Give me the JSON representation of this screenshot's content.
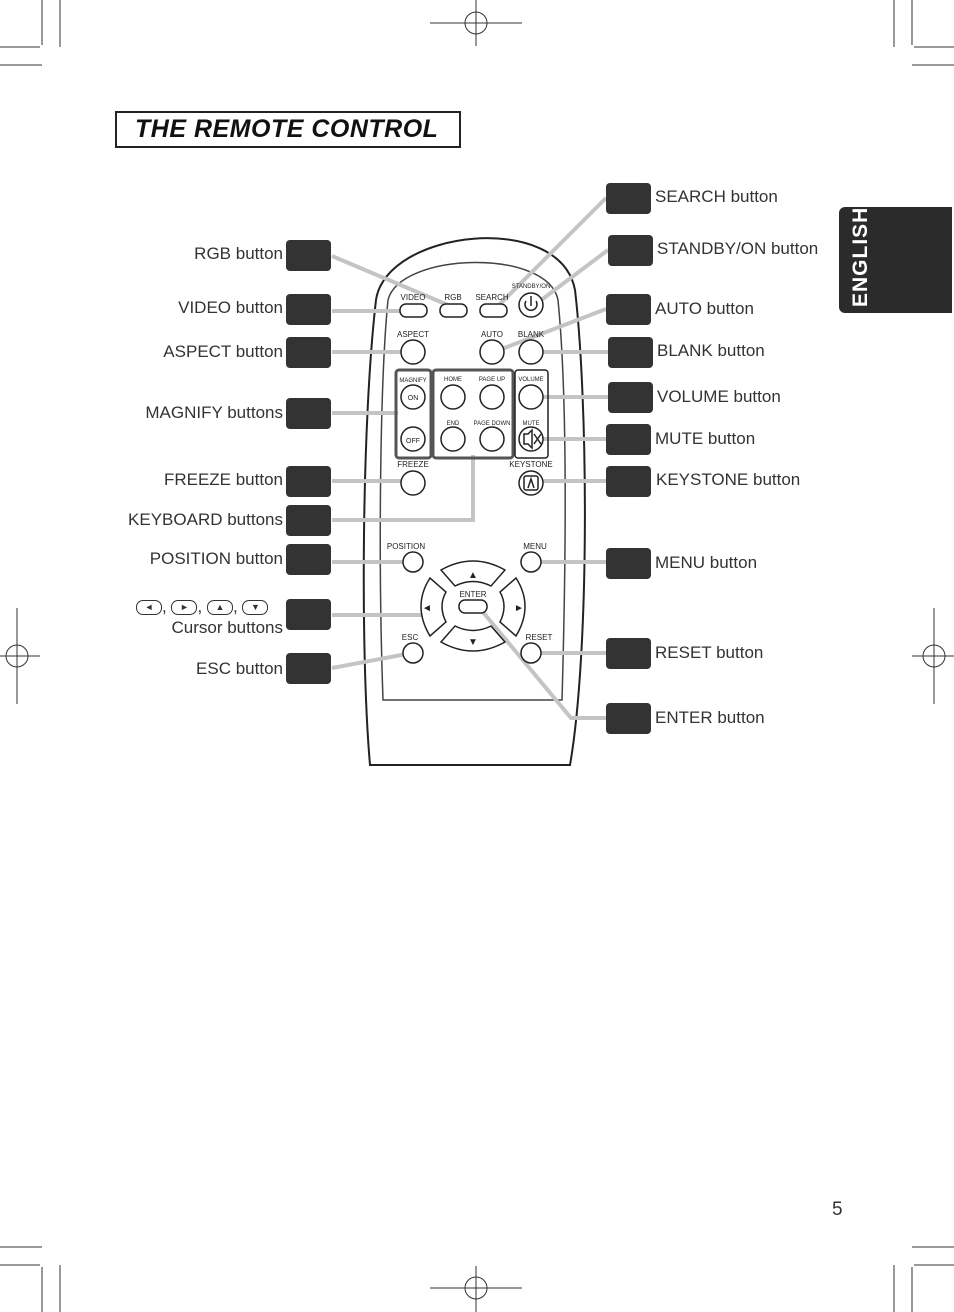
{
  "page": {
    "title": "THE REMOTE CONTROL",
    "language_tab": "ENGLISH",
    "page_number": "5"
  },
  "left_labels": [
    {
      "text": "RGB button"
    },
    {
      "text": "VIDEO button"
    },
    {
      "text": "ASPECT button"
    },
    {
      "text": "MAGNIFY buttons"
    },
    {
      "text": "FREEZE button"
    },
    {
      "text": "KEYBOARD buttons"
    },
    {
      "text": "POSITION button"
    },
    {
      "text": "Cursor buttons"
    },
    {
      "text": "ESC button"
    }
  ],
  "right_labels": [
    {
      "text": "SEARCH button"
    },
    {
      "text": "STANDBY/ON button"
    },
    {
      "text": "AUTO button"
    },
    {
      "text": "BLANK button"
    },
    {
      "text": "VOLUME button"
    },
    {
      "text": "MUTE button"
    },
    {
      "text": "KEYSTONE button"
    },
    {
      "text": "MENU button"
    },
    {
      "text": "RESET button"
    },
    {
      "text": "ENTER button"
    }
  ],
  "cursor_glyphs": [
    "◄",
    "►",
    "▲",
    "▼"
  ],
  "cursor_separator": ",",
  "remote": {
    "video": "VIDEO",
    "rgb": "RGB",
    "search": "SEARCH",
    "standby": "STANDBY/ON",
    "aspect": "ASPECT",
    "auto": "AUTO",
    "blank": "BLANK",
    "magnify": "MAGNIFY",
    "on": "ON",
    "off": "OFF",
    "home": "HOME",
    "page_up": "PAGE UP",
    "end": "END",
    "page_down": "PAGE DOWN",
    "volume": "VOLUME",
    "mute": "MUTE",
    "freeze": "FREEZE",
    "keystone": "KEYSTONE",
    "position": "POSITION",
    "menu": "MENU",
    "enter": "ENTER",
    "esc": "ESC",
    "reset": "RESET",
    "arrow_up": "▲",
    "arrow_down": "▼",
    "arrow_left": "◄",
    "arrow_right": "►"
  }
}
